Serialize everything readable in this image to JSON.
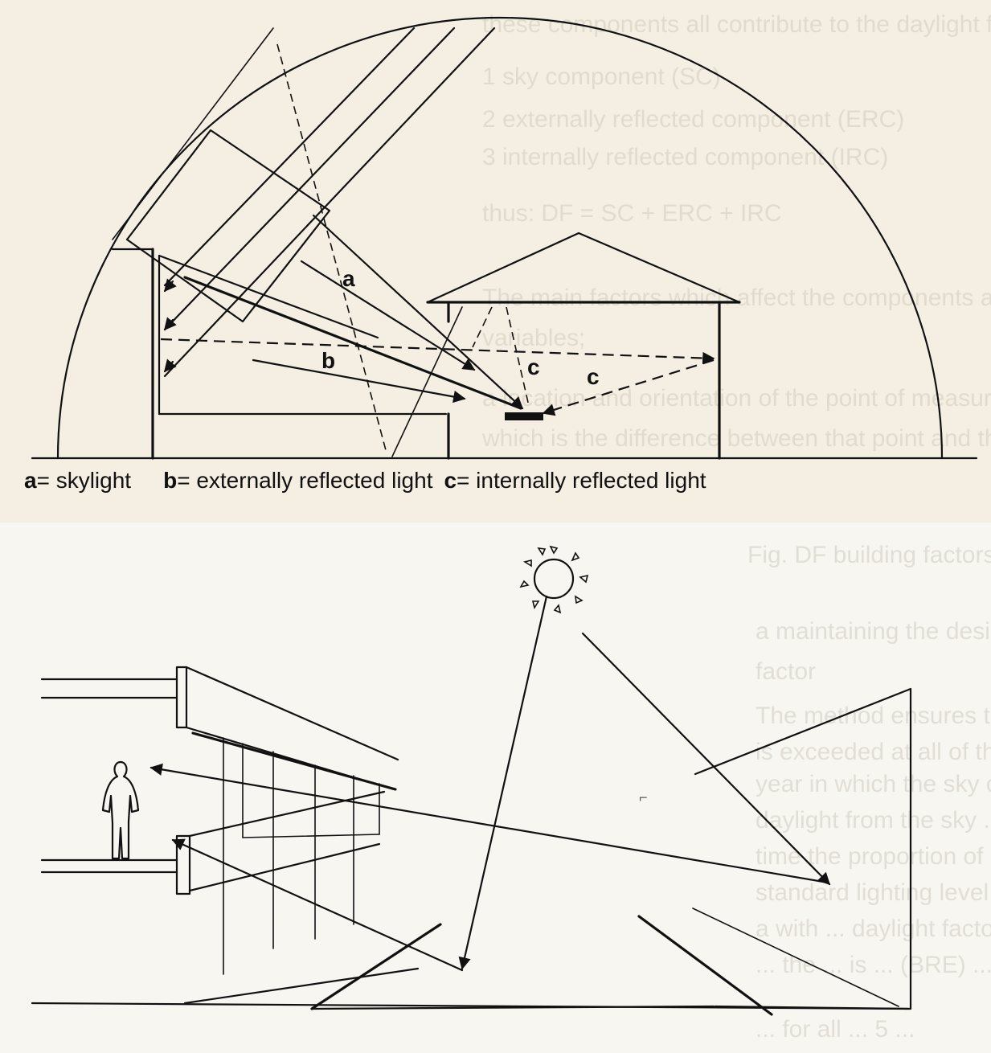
{
  "legend": {
    "a_key": "a",
    "a_text": " = skylight",
    "b_key": "b",
    "b_text": " = externally reflected light",
    "c_key": "c",
    "c_text": " = internally reflected light"
  },
  "labels": {
    "a": "a",
    "b": "b",
    "c1": "c",
    "c2": "c"
  },
  "ghost_text": [
    "these components all contribute to the daylight factor:",
    "1  sky component (SC)",
    "2  externally reflected component (ERC)",
    "3  internally reflected component (IRC)",
    "thus: DF = SC + ERC + IRC",
    "The main factors which affect the components are the area",
    "variables;",
    "a  location and orientation of the point of measurement",
    "which is the difference between that point and the other",
    "Fig. DF building factors",
    "a  maintaining the design variables (window size, area) in",
    "factor",
    "The method ensures that the needs of the assessment",
    "is exceeded at all of the time. It is in the time of the",
    "year in which the sky condition ... (hours) that the",
    "daylight from the sky ... the period of",
    "time the proportion of ... daylight ... above",
    "standard lighting level of the ...",
    "a  with ... daylight factor ...",
    "... the ... is ... (BRE) ...",
    "... for all ... 5 ..."
  ],
  "colors": {
    "ink": "#111111",
    "top_paper": "#f4efe2",
    "bottom_paper": "#f7f6f1"
  },
  "icons": [
    "sun-icon",
    "person-icon",
    "arrowhead-icon"
  ]
}
